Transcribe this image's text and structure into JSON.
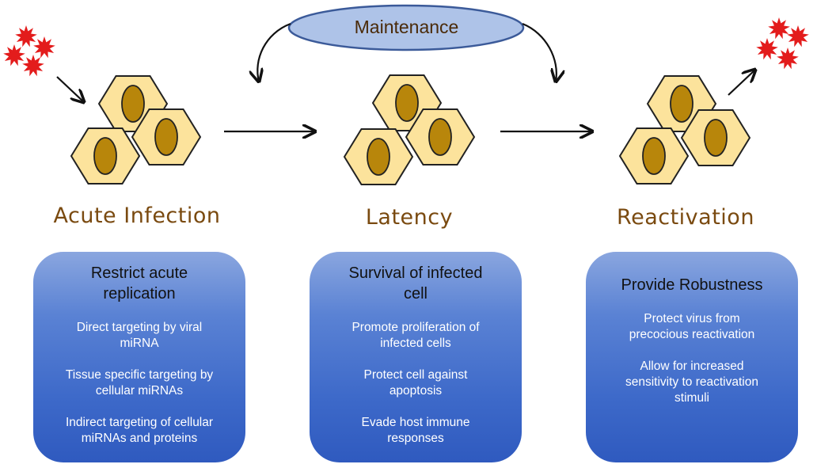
{
  "maintenance": {
    "label": "Maintenance"
  },
  "stages": [
    {
      "title": "Acute Infection",
      "box_title": "Restrict acute\nreplication",
      "items": [
        "Direct targeting by viral\nmiRNA",
        "Tissue specific targeting by\ncellular miRNAs",
        "Indirect targeting of cellular\nmiRNAs and proteins"
      ]
    },
    {
      "title": "Latency",
      "box_title": "Survival of infected\ncell",
      "items": [
        "Promote proliferation of\ninfected cells",
        "Protect cell against\napoptosis",
        "Evade host immune\nresponses"
      ]
    },
    {
      "title": "Reactivation",
      "box_title": "Provide Robustness",
      "items": [
        "Protect virus from\nprecocious reactivation",
        "Allow for increased\nsensitivity to reactivation\nstimuli"
      ]
    }
  ],
  "colors": {
    "cell_fill": "#fce39c",
    "cell_stroke": "#222222",
    "nucleus_fill": "#b8860b",
    "virus_red": "#e31c1c",
    "ellipse_fill": "#aec3e8",
    "ellipse_stroke": "#3b5a99"
  }
}
